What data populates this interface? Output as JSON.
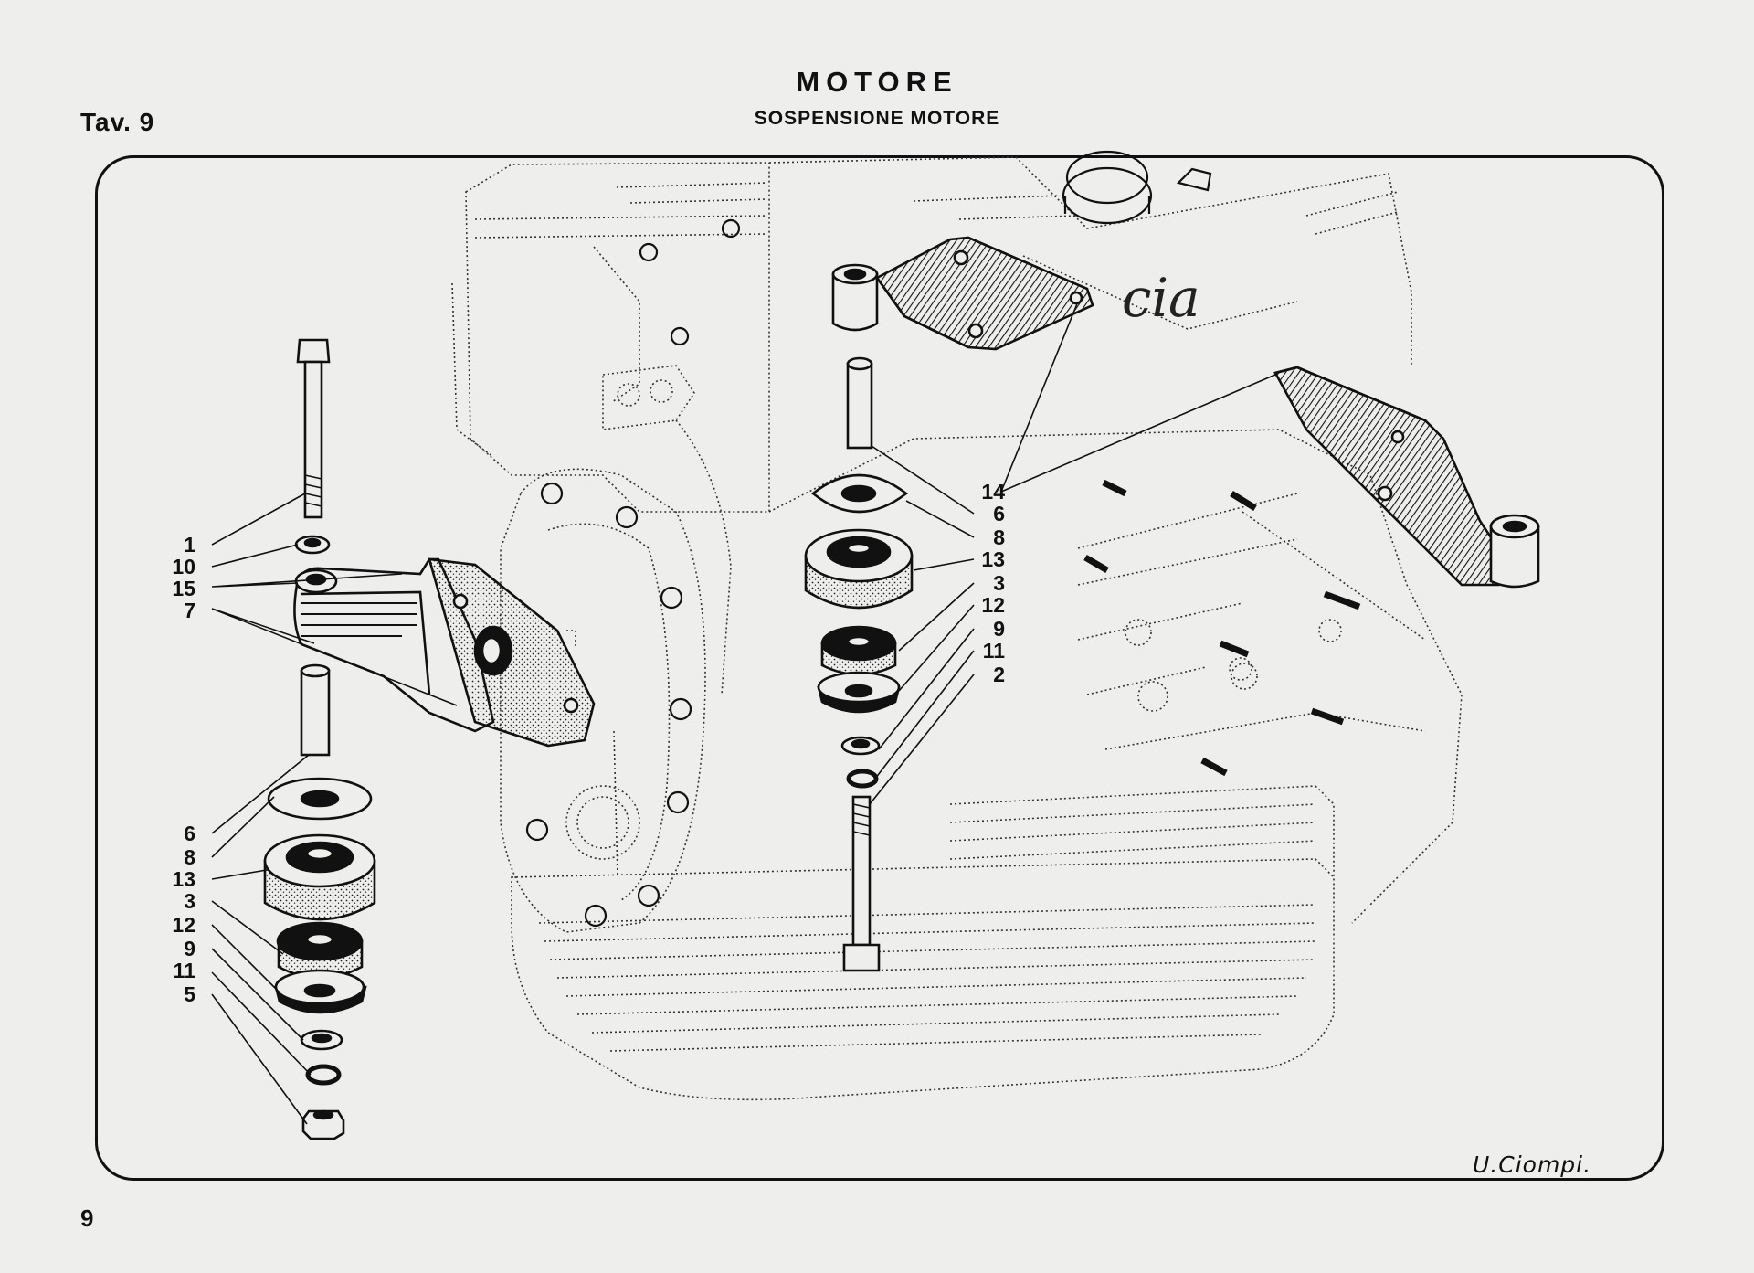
{
  "header": {
    "plate": "Tav. 9",
    "title": "MOTORE",
    "subtitle": "SOSPENSIONE MOTORE"
  },
  "footer": {
    "page_number": "9",
    "signature": "U.Ciompi."
  },
  "callouts": {
    "left": [
      "1",
      "10",
      "15",
      "7",
      "6",
      "8",
      "13",
      "3",
      "12",
      "9",
      "11",
      "5"
    ],
    "right": [
      "14",
      "6",
      "8",
      "13",
      "3",
      "12",
      "9",
      "11",
      "2"
    ]
  }
}
